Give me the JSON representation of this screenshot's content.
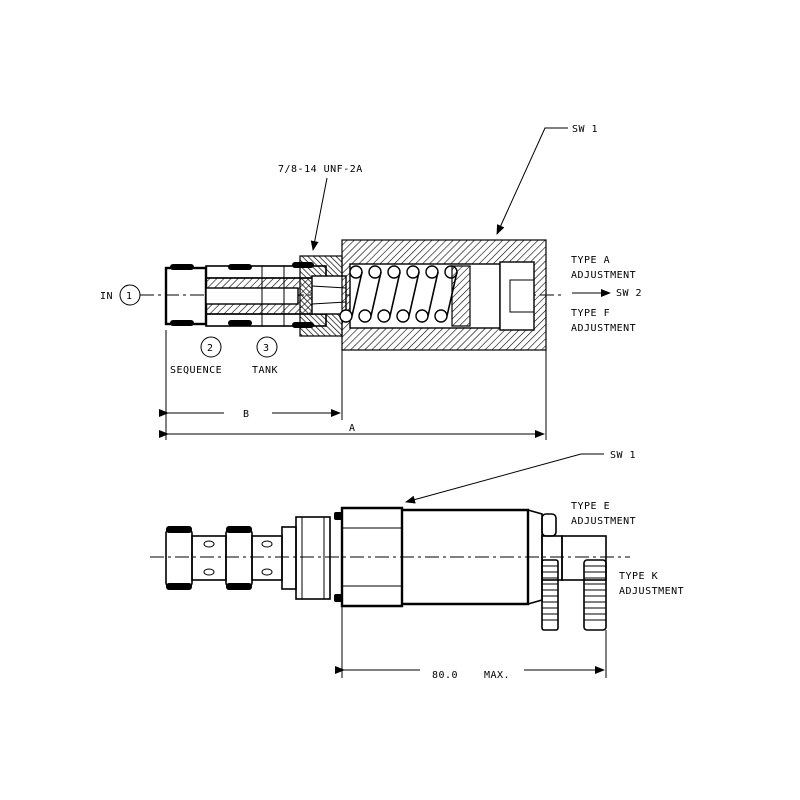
{
  "callouts": {
    "thread": "7/8-14 UNF-2A",
    "sw1_top": "SW 1",
    "sw1_bottom": "SW 1",
    "sw2": "SW 2",
    "in_label": "IN"
  },
  "ports": {
    "port1": "1",
    "port2": "2",
    "port3": "3",
    "port2_name": "SEQUENCE",
    "port3_name": "TANK"
  },
  "adjustments": {
    "type_a": "TYPE A",
    "type_f": "TYPE F",
    "type_e": "TYPE E",
    "type_k": "TYPE K",
    "word": "ADJUSTMENT"
  },
  "dimensions": {
    "a": "A",
    "b": "B",
    "max_value": "80.0",
    "max_suffix": "MAX."
  }
}
